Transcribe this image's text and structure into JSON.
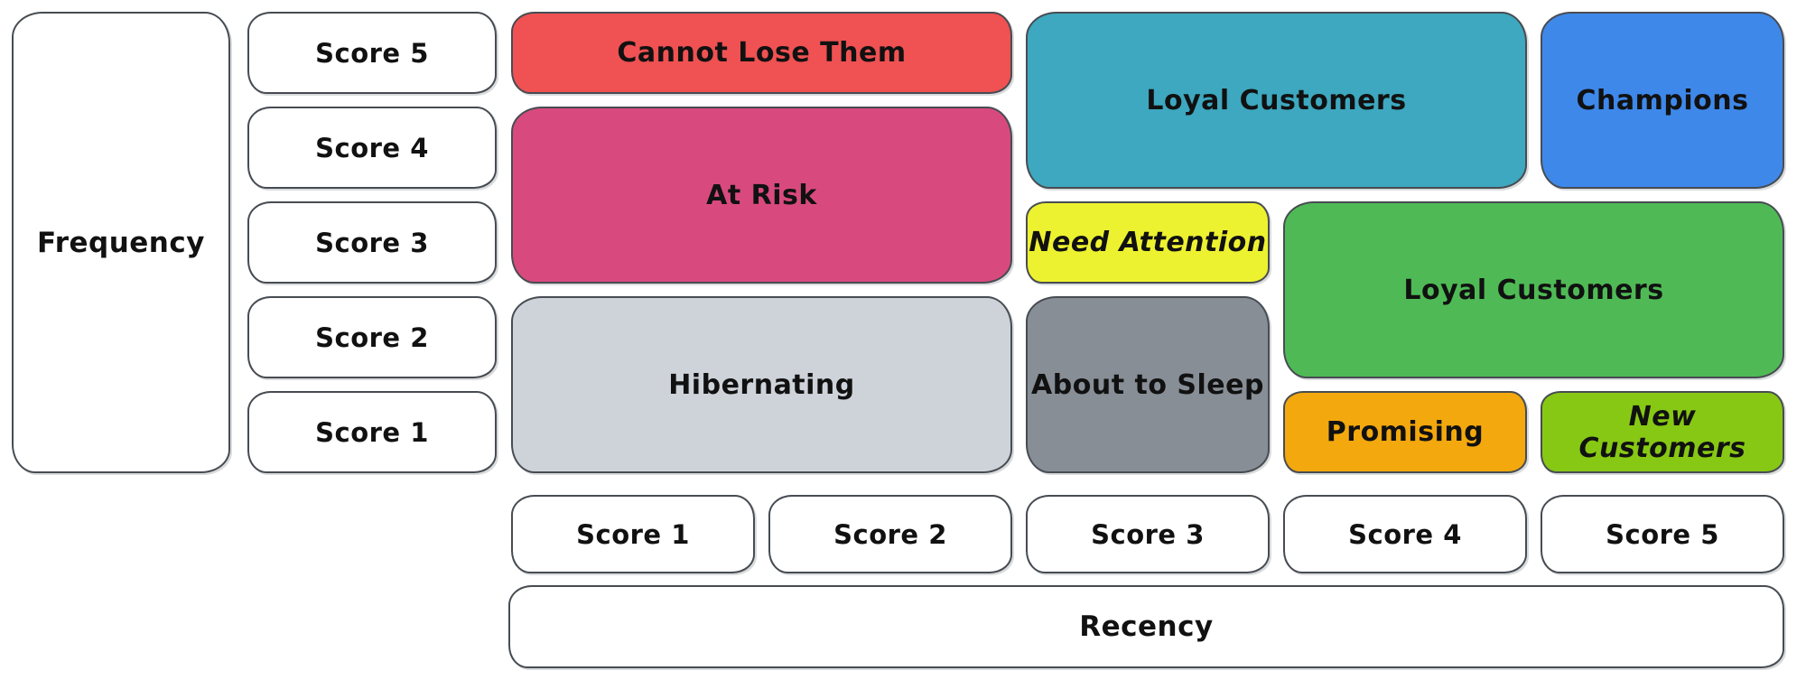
{
  "canvas": {
    "background": "#ffffff",
    "stroke_color": "#474c52",
    "text_color": "#111111"
  },
  "frequency_axis": {
    "label": "Frequency",
    "scores": [
      "Score 5",
      "Score 4",
      "Score 3",
      "Score 2",
      "Score 1"
    ]
  },
  "recency_axis": {
    "label": "Recency",
    "scores": [
      "Score 1",
      "Score 2",
      "Score 3",
      "Score 4",
      "Score 5"
    ]
  },
  "segments": [
    {
      "label": "Cannot Lose Them",
      "color": "#f05152",
      "col_start": 1,
      "col_end": 2,
      "row_start": 5,
      "row_end": 5,
      "italic": false
    },
    {
      "label": "At Risk",
      "color": "#d84a7e",
      "col_start": 1,
      "col_end": 2,
      "row_start": 3,
      "row_end": 4,
      "italic": false
    },
    {
      "label": "Hibernating",
      "color": "#ced3da",
      "col_start": 1,
      "col_end": 2,
      "row_start": 1,
      "row_end": 2,
      "italic": false
    },
    {
      "label": "Loyal Customers",
      "color": "#3da8bf",
      "col_start": 3,
      "col_end": 4,
      "row_start": 4,
      "row_end": 5,
      "italic": false
    },
    {
      "label": "Champions",
      "color": "#3e88ea",
      "col_start": 5,
      "col_end": 5,
      "row_start": 4,
      "row_end": 5,
      "italic": false
    },
    {
      "label": "Need Attention",
      "color": "#edf230",
      "col_start": 3,
      "col_end": 3,
      "row_start": 3,
      "row_end": 3,
      "italic": true
    },
    {
      "label": "Loyal Customers",
      "color": "#4fba55",
      "col_start": 4,
      "col_end": 5,
      "row_start": 2,
      "row_end": 3,
      "italic": false
    },
    {
      "label": "About to Sleep",
      "color": "#878e96",
      "col_start": 3,
      "col_end": 3,
      "row_start": 1,
      "row_end": 2,
      "italic": false
    },
    {
      "label": "Promising",
      "color": "#f3a80d",
      "col_start": 4,
      "col_end": 4,
      "row_start": 1,
      "row_end": 1,
      "italic": false
    },
    {
      "label": "New Customers",
      "color": "#87c814",
      "col_start": 5,
      "col_end": 5,
      "row_start": 1,
      "row_end": 1,
      "italic": true
    }
  ]
}
